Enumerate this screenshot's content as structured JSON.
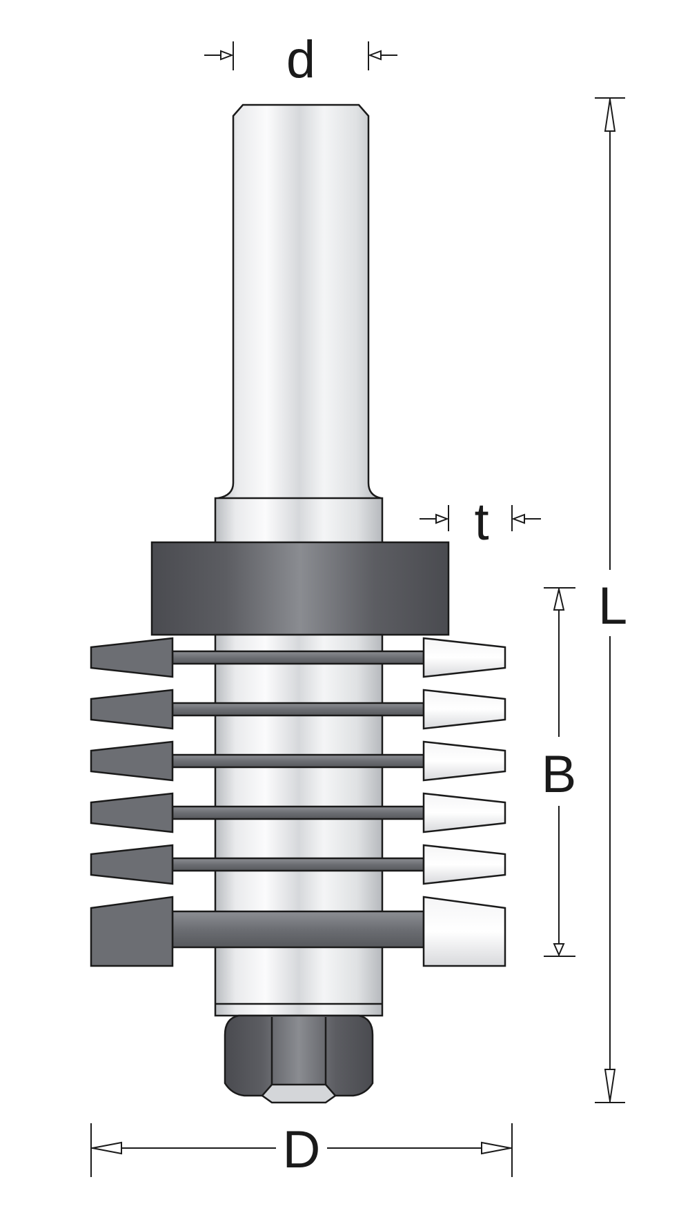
{
  "diagram": {
    "labels": {
      "shank_diameter": "d",
      "total_length": "L",
      "tooth_thickness": "t",
      "cutting_height": "B",
      "cutting_diameter": "D"
    }
  }
}
